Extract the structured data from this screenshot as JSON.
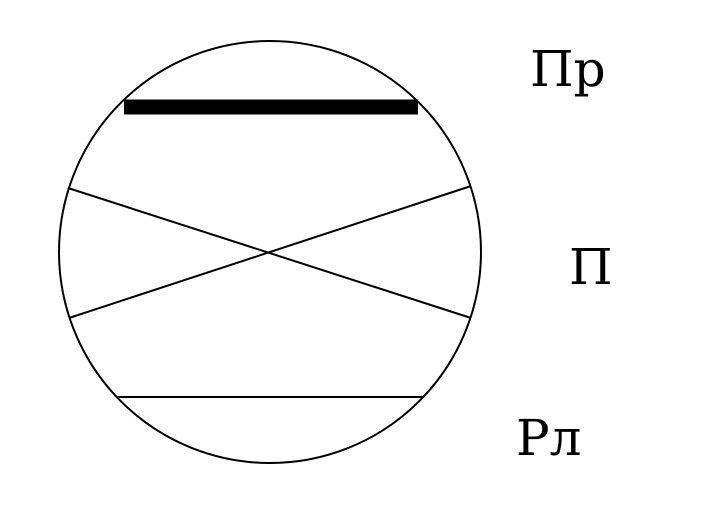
{
  "labels": {
    "top": "Пр",
    "middle": "П",
    "bottom": "Рл"
  },
  "colors": {
    "stroke": "#000000",
    "background": "#ffffff"
  }
}
